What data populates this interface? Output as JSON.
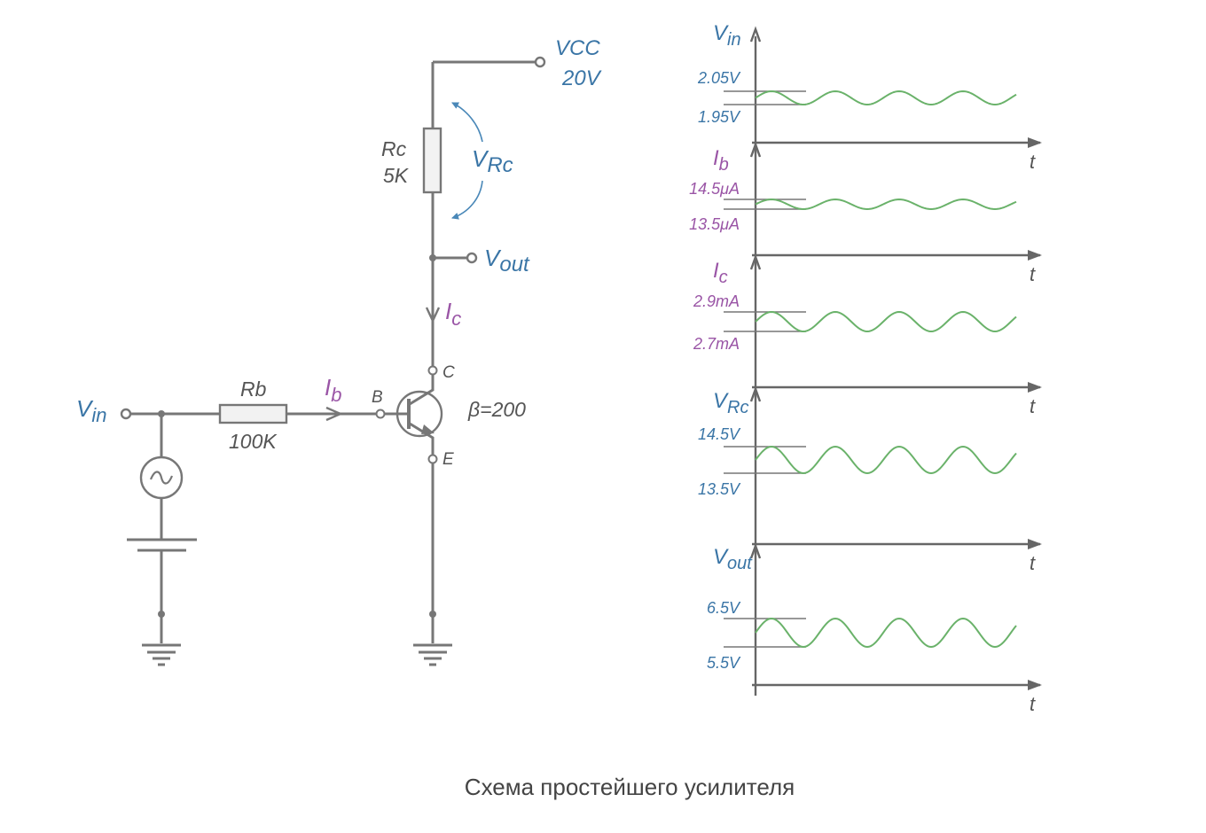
{
  "caption": "Схема простейшего усилителя",
  "colors": {
    "blue": "#3a75a6",
    "purple": "#9a55a6",
    "wire": "#777777",
    "trace": "#6ab26a"
  },
  "circuit": {
    "vcc": {
      "name": "VCC",
      "value": "20V"
    },
    "rc": {
      "name": "Rc",
      "value": "5K"
    },
    "vrc": {
      "main": "V",
      "sub": "Rc"
    },
    "vout": {
      "main": "V",
      "sub": "out"
    },
    "ic": {
      "main": "I",
      "sub": "c"
    },
    "vin": {
      "main": "V",
      "sub": "in"
    },
    "rb": {
      "name": "Rb",
      "value": "100K"
    },
    "ib": {
      "main": "I",
      "sub": "b"
    },
    "pins": {
      "base": "B",
      "collector": "C",
      "emitter": "E"
    },
    "beta": "β=200"
  },
  "graphs": [
    {
      "symbol": "V",
      "sub": "in",
      "color": "blue",
      "high": "2.05V",
      "low": "1.95V",
      "t": "t"
    },
    {
      "symbol": "I",
      "sub": "b",
      "color": "purple",
      "high": "14.5μA",
      "low": "13.5μA",
      "t": "t"
    },
    {
      "symbol": "I",
      "sub": "c",
      "color": "purple",
      "high": "2.9mA",
      "low": "2.7mA",
      "t": "t"
    },
    {
      "symbol": "V",
      "sub": "Rc",
      "color": "blue",
      "high": "14.5V",
      "low": "13.5V",
      "t": "t"
    },
    {
      "symbol": "V",
      "sub": "out",
      "color": "blue",
      "high": "6.5V",
      "low": "5.5V",
      "t": "t"
    }
  ]
}
